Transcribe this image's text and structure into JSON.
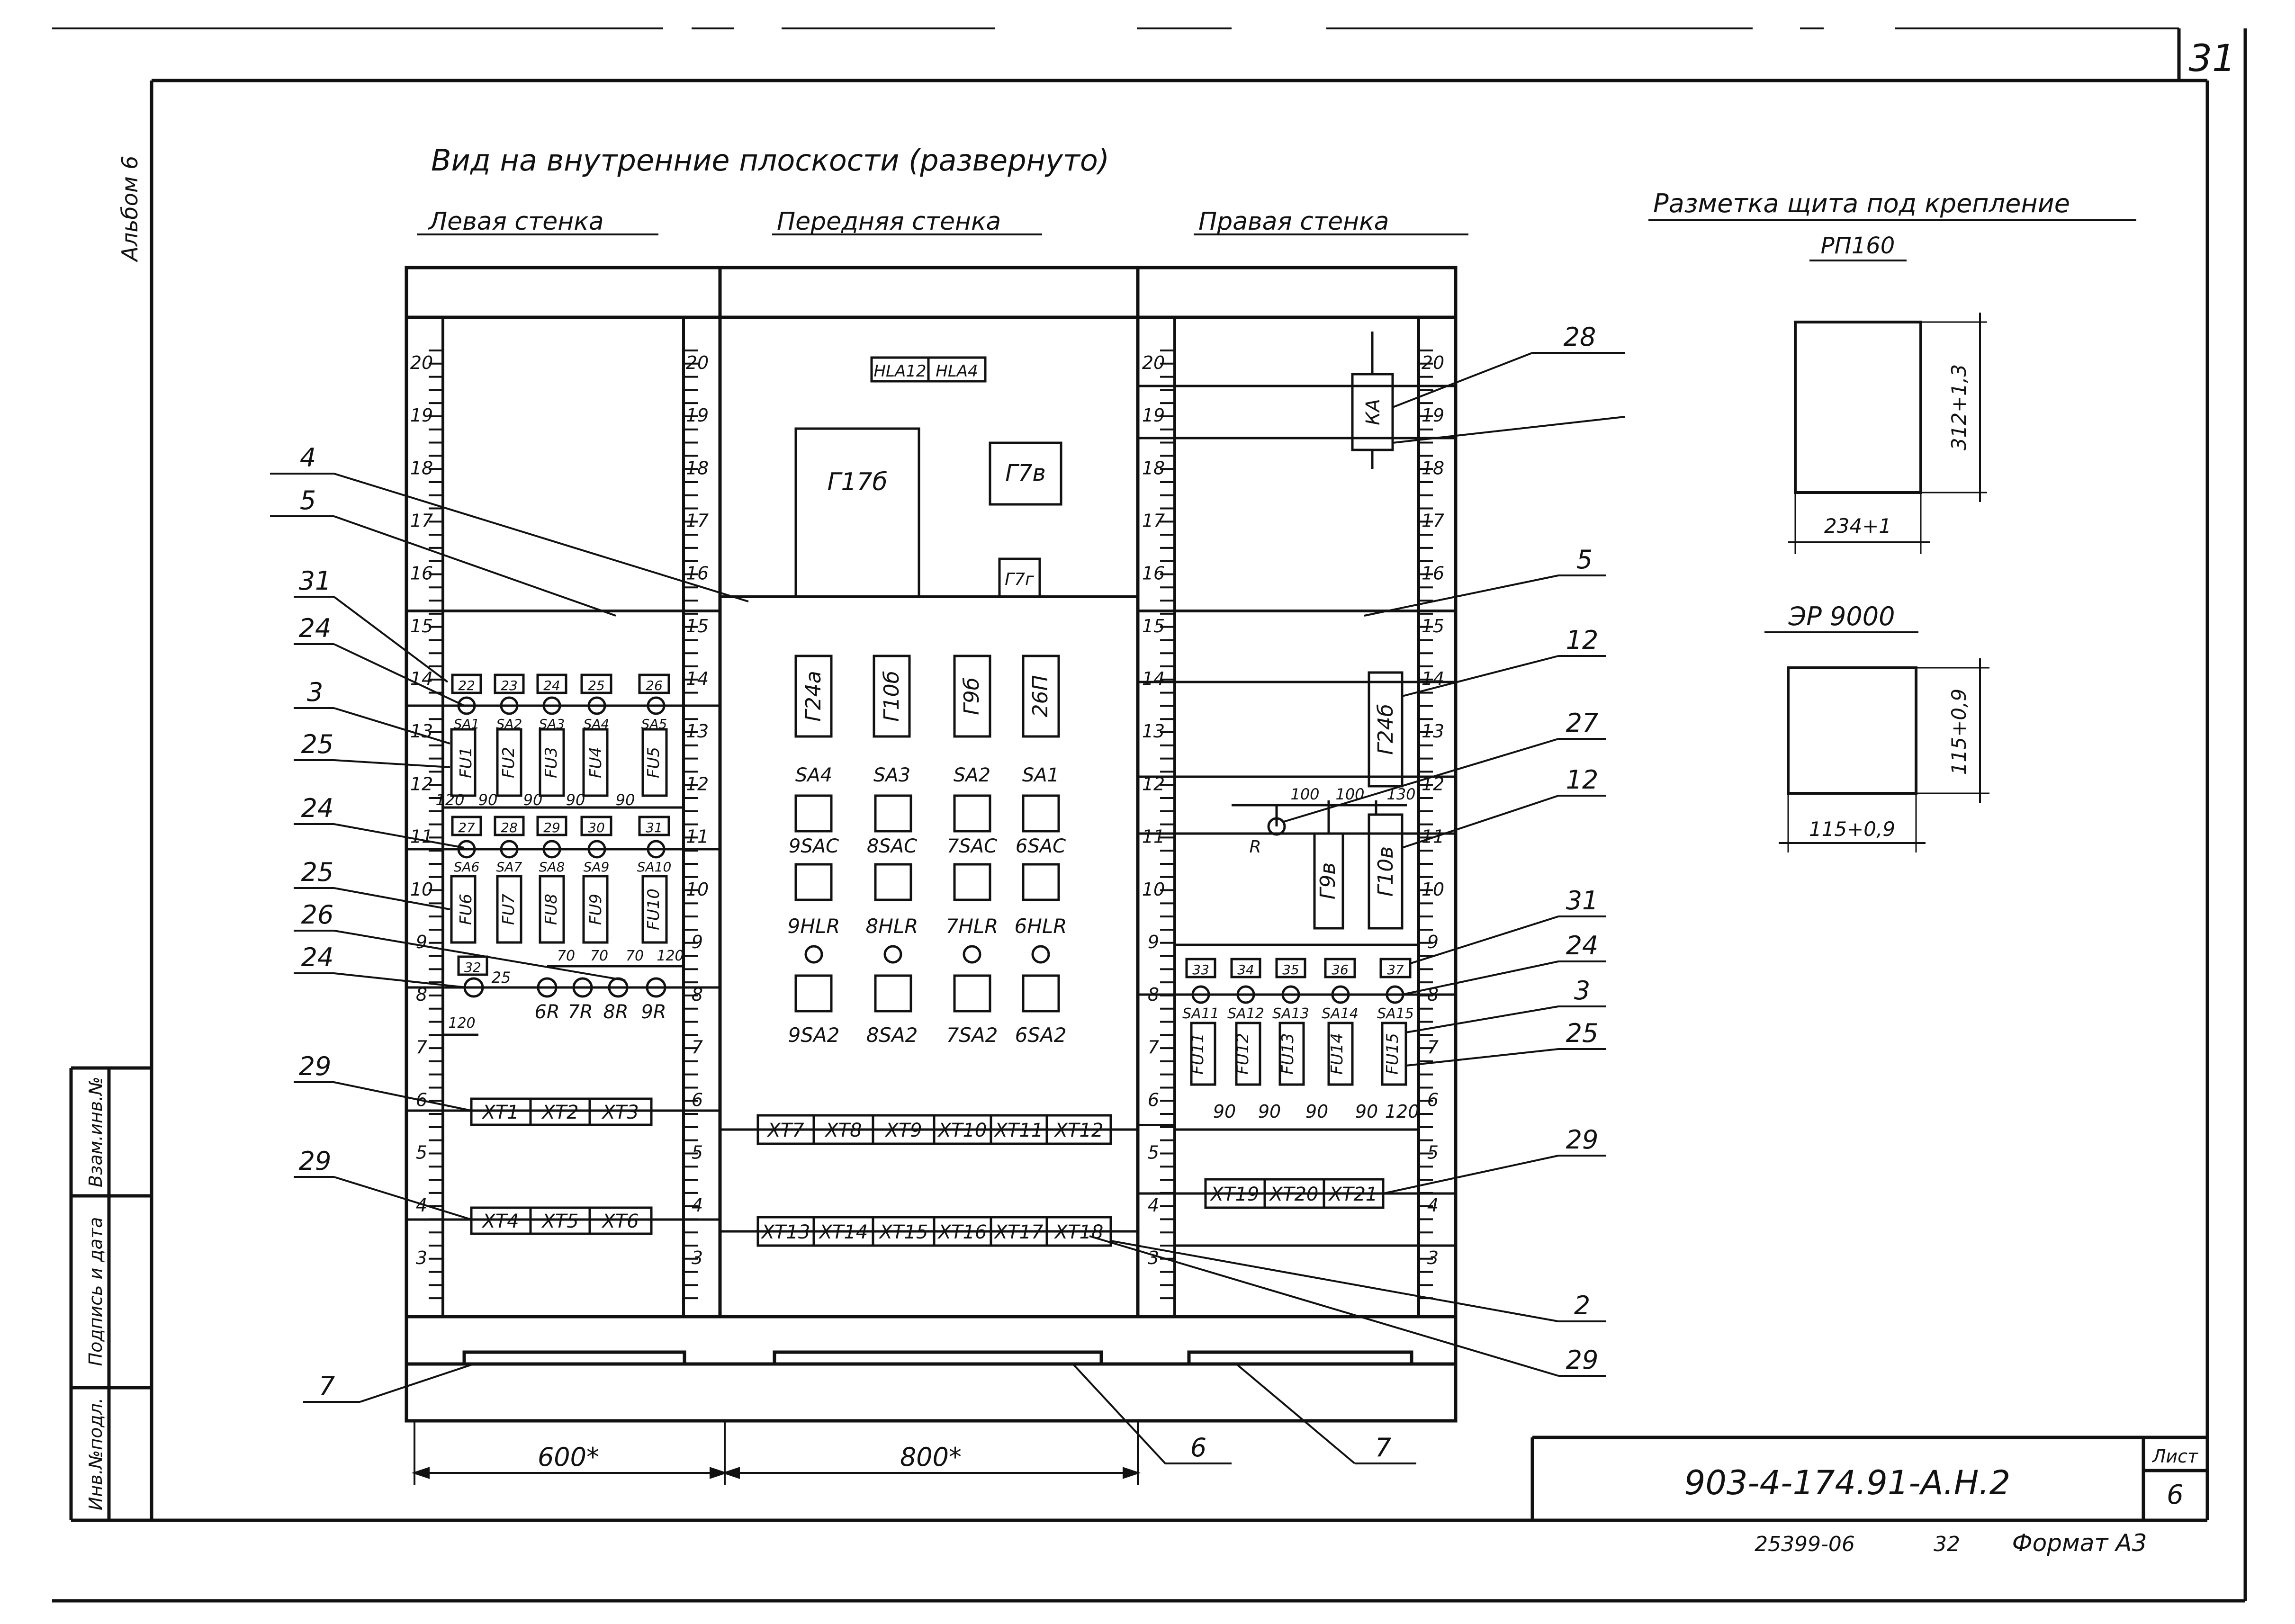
{
  "sheet_corner_number": "31",
  "album_label": "Альбом 6",
  "main_title": "Вид на внутренние плоскости (развернуто)",
  "walls": {
    "left": "Левая стенка",
    "front": "Передняя стенка",
    "right": "Правая стенка"
  },
  "mount_title": "Разметка щита под крепление",
  "rp_label": "РП160",
  "rp_height": "312+1,3",
  "rp_width": "234+1",
  "er_label": "ЭР 9000",
  "er_height": "115+0,9",
  "er_width": "115+0,9",
  "scale_numbers": [
    "20",
    "19",
    "18",
    "17",
    "16",
    "15",
    "14",
    "13",
    "12",
    "11",
    "10",
    "9",
    "8",
    "7",
    "6",
    "5",
    "4",
    "3"
  ],
  "front_top": {
    "hla": [
      "HLA12",
      "HLA4"
    ],
    "g17b": "Г17б",
    "g7v": "Г7в",
    "g7g": "Г7г"
  },
  "front_vert": [
    "Г24а",
    "Г10б",
    "Г9б",
    "26П"
  ],
  "front_sa_top": [
    "SA4",
    "SA3",
    "SA2",
    "SA1"
  ],
  "front_sac": [
    "9SAC",
    "8SAC",
    "7SAC",
    "6SAC"
  ],
  "front_hlr": [
    "9HLR",
    "8HLR",
    "7HLR",
    "6HLR"
  ],
  "front_sa2": [
    "9SA2",
    "8SA2",
    "7SA2",
    "6SA2"
  ],
  "left_row1_nums": [
    "22",
    "23",
    "24",
    "25",
    "26"
  ],
  "left_row1_sa": [
    "SA1",
    "SA2",
    "SA3",
    "SA4",
    "SA5"
  ],
  "left_row1_fu": [
    "FU1",
    "FU2",
    "FU3",
    "FU4",
    "FU5"
  ],
  "left_row1_dims": [
    "120",
    "90",
    "90",
    "90",
    "90"
  ],
  "left_row2_nums": [
    "27",
    "28",
    "29",
    "30",
    "31"
  ],
  "left_row2_sa": [
    "SA6",
    "SA7",
    "SA8",
    "SA9",
    "SA10"
  ],
  "left_row2_fu": [
    "FU6",
    "FU7",
    "FU8",
    "FU9",
    "FU10"
  ],
  "left_row3": {
    "num": "32",
    "d25": "25",
    "dims": [
      "70",
      "70",
      "70",
      "120"
    ],
    "r": [
      "6R",
      "7R",
      "8R",
      "9R"
    ],
    "d120": "120"
  },
  "right_top": {
    "ka": "КА",
    "g24b": "Г24б",
    "g9v": "Г9в",
    "g10v": "Г10в",
    "dims": [
      "100",
      "100",
      "130"
    ],
    "r": "R"
  },
  "right_row_nums": [
    "33",
    "34",
    "35",
    "36",
    "37"
  ],
  "right_row_sa": [
    "SA11",
    "SA12",
    "SA13",
    "SA14",
    "SA15"
  ],
  "right_row_fu": [
    "FU11",
    "FU12",
    "FU13",
    "FU14",
    "FU15"
  ],
  "right_row_dims": [
    "90",
    "90",
    "90",
    "90",
    "120"
  ],
  "xt_left1": [
    "XT1",
    "XT2",
    "XT3"
  ],
  "xt_left2": [
    "XT4",
    "XT5",
    "XT6"
  ],
  "xt_front1": [
    "XT7",
    "XT8",
    "XT9",
    "XT10",
    "XT11",
    "XT12"
  ],
  "xt_front2": [
    "XT13",
    "XT14",
    "XT15",
    "XT16",
    "XT17",
    "XT18"
  ],
  "xt_right": [
    "XT19",
    "XT20",
    "XT21"
  ],
  "callouts_left": [
    "4",
    "5",
    "31",
    "24",
    "3",
    "25",
    "24",
    "25",
    "26",
    "24",
    "29",
    "29",
    "7"
  ],
  "callouts_right": [
    "28",
    "5",
    "12",
    "27",
    "12",
    "31",
    "24",
    "3",
    "25",
    "29",
    "2",
    "29",
    "7",
    "6"
  ],
  "dim_600": "600*",
  "dim_800": "800*",
  "side_stamp": [
    "Инв.№подл.",
    "Подпись и дата",
    "Взам.инв.№"
  ],
  "doc_code": "903-4-174.91-А.Н.2",
  "sheet_label": "Лист",
  "sheet_num": "6",
  "footer": {
    "code": "25399-06",
    "page": "32",
    "format": "Формат А3"
  }
}
